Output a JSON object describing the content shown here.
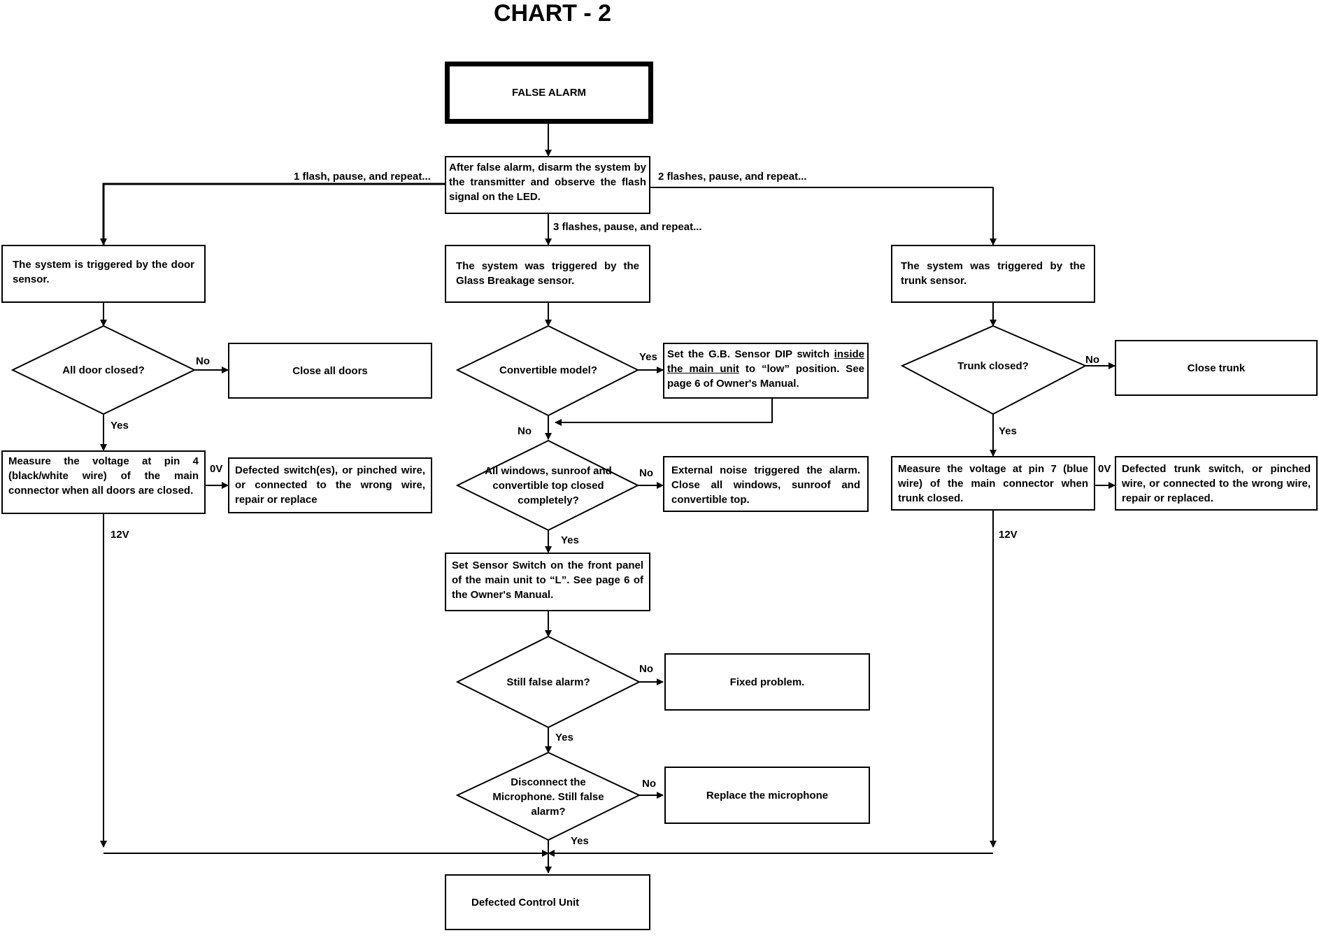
{
  "title": "CHART - 2",
  "nodes": {
    "false_alarm": "FALSE ALARM",
    "disarm": "After false alarm, disarm the system by the transmitter and observe the flash signal on the LED.",
    "door_sensor": "The system is triggered by the door sensor.",
    "glass_sensor": "The system was triggered by the Glass Breakage sensor.",
    "trunk_sensor": "The system was triggered by the trunk sensor.",
    "q_doors": "All door closed?",
    "close_doors": "Close all doors",
    "q_convertible": "Convertible model?",
    "gb_dip_a": "Set the G.B. Sensor DIP switch",
    "gb_dip_b": "inside the main unit",
    "gb_dip_c": "to “low” position. See page 6 of Owner's Manual.",
    "q_trunk": "Trunk closed?",
    "close_trunk": "Close trunk",
    "measure_pin4": "Measure the voltage at pin 4 (black/white wire) of the main connector when all doors are closed.",
    "defect_switch": "Defected switch(es), or pinched wire, or connected to the wrong wire, repair or replace",
    "q_windows": "All windows, sunroof and convertible top closed completely?",
    "external_noise": "External noise triggered the alarm. Close all windows, sunroof and convertible top.",
    "measure_pin7": "Measure the voltage at pin 7 (blue wire) of the main connector when trunk closed.",
    "defect_trunk": "Defected trunk switch, or pinched wire, or connected to the wrong wire, repair or replaced.",
    "sensor_switch": "Set Sensor Switch on the front panel of the main unit to “L”.  See page 6 of the Owner's Manual.",
    "q_still": "Still false alarm?",
    "fixed": "Fixed problem.",
    "q_mic": "Disconnect the Microphone. Still false alarm?",
    "replace_mic": "Replace the microphone",
    "control_unit": "Defected Control Unit"
  },
  "labels": {
    "one_flash": "1 flash, pause, and repeat...",
    "two_flashes": "2 flashes, pause, and repeat...",
    "three_flashes": "3 flashes, pause, and repeat...",
    "no": "No",
    "yes": "Yes",
    "zero_v": "0V",
    "twelve_v": "12V"
  }
}
